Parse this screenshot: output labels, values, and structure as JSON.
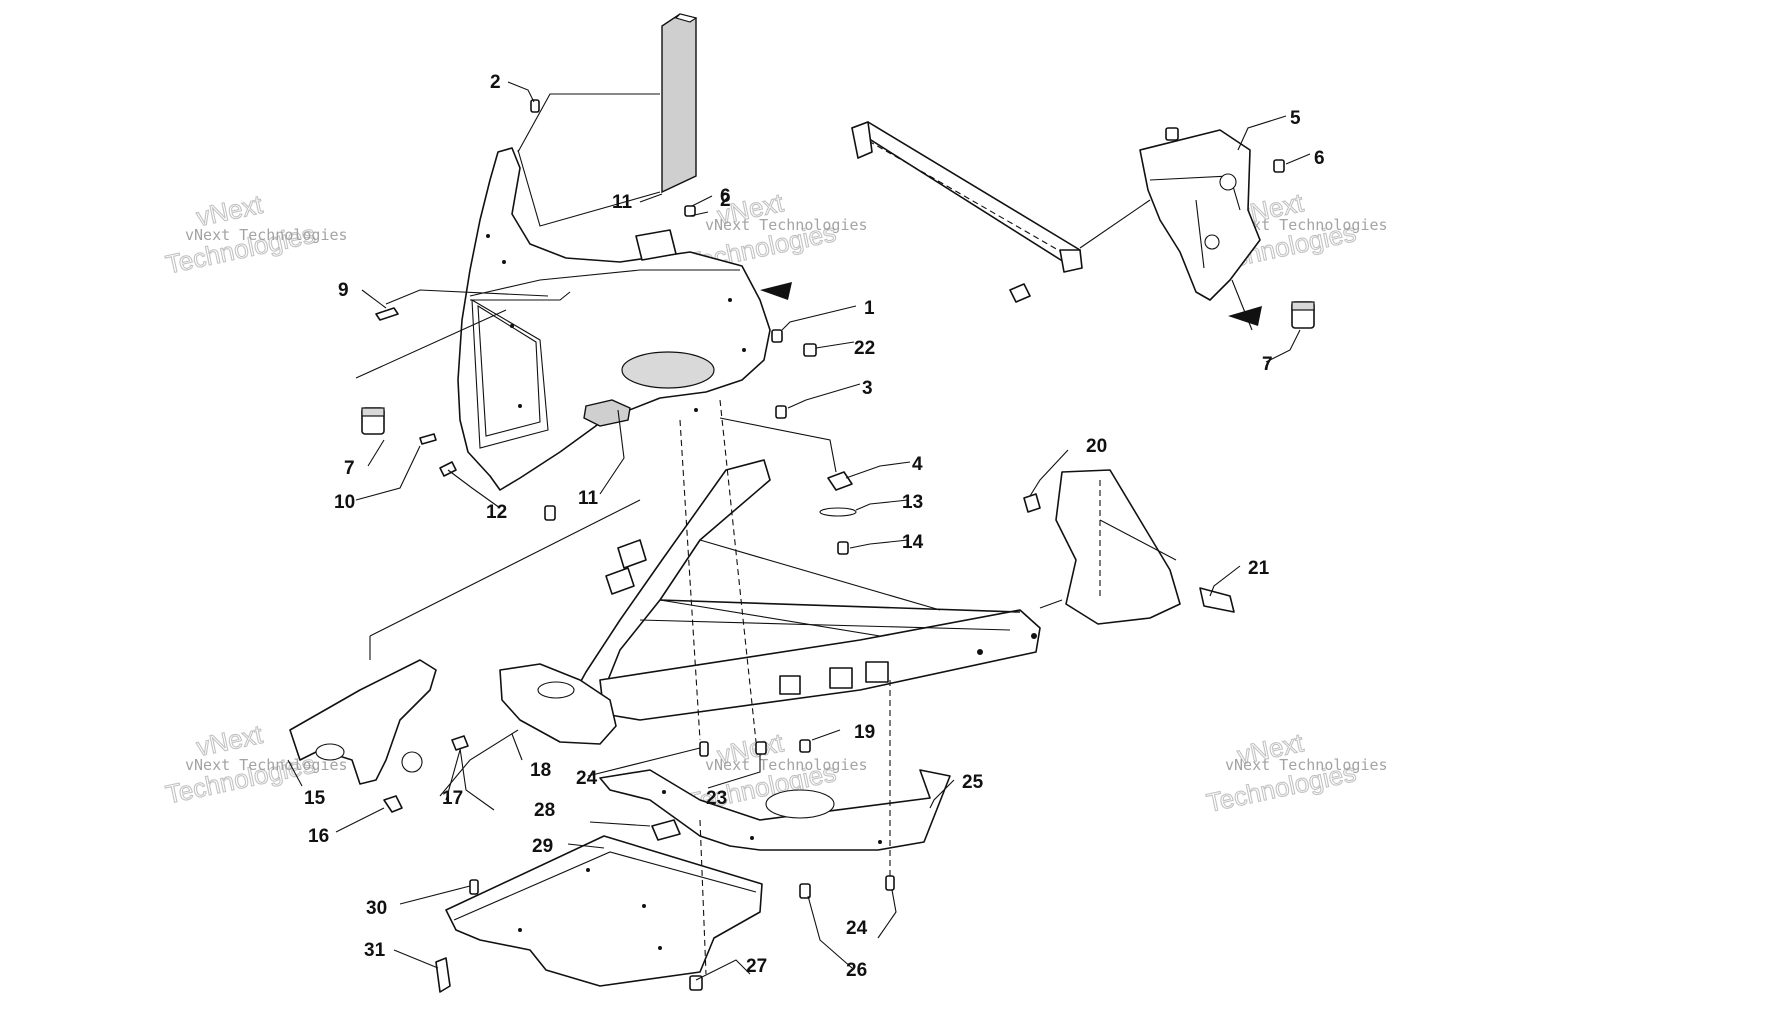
{
  "watermark": {
    "line1": "vNext",
    "line2": "Technologies",
    "small": "vNext Technologies"
  },
  "callouts": [
    {
      "id": "c1",
      "label": "1"
    },
    {
      "id": "c2a",
      "label": "2"
    },
    {
      "id": "c2b",
      "label": "2"
    },
    {
      "id": "c3",
      "label": "3"
    },
    {
      "id": "c4",
      "label": "4"
    },
    {
      "id": "c5",
      "label": "5"
    },
    {
      "id": "c6a",
      "label": "6"
    },
    {
      "id": "c6b",
      "label": "6"
    },
    {
      "id": "c7a",
      "label": "7"
    },
    {
      "id": "c7b",
      "label": "7"
    },
    {
      "id": "c9",
      "label": "9"
    },
    {
      "id": "c10",
      "label": "10"
    },
    {
      "id": "c11a",
      "label": "11"
    },
    {
      "id": "c11b",
      "label": "11"
    },
    {
      "id": "c12",
      "label": "12"
    },
    {
      "id": "c13",
      "label": "13"
    },
    {
      "id": "c14",
      "label": "14"
    },
    {
      "id": "c15",
      "label": "15"
    },
    {
      "id": "c16",
      "label": "16"
    },
    {
      "id": "c17",
      "label": "17"
    },
    {
      "id": "c18",
      "label": "18"
    },
    {
      "id": "c19",
      "label": "19"
    },
    {
      "id": "c20",
      "label": "20"
    },
    {
      "id": "c21",
      "label": "21"
    },
    {
      "id": "c22",
      "label": "22"
    },
    {
      "id": "c23",
      "label": "23"
    },
    {
      "id": "c24a",
      "label": "24"
    },
    {
      "id": "c24b",
      "label": "24"
    },
    {
      "id": "c25",
      "label": "25"
    },
    {
      "id": "c26",
      "label": "26"
    },
    {
      "id": "c27",
      "label": "27"
    },
    {
      "id": "c28",
      "label": "28"
    },
    {
      "id": "c29",
      "label": "29"
    },
    {
      "id": "c30",
      "label": "30"
    },
    {
      "id": "c31",
      "label": "31"
    }
  ]
}
